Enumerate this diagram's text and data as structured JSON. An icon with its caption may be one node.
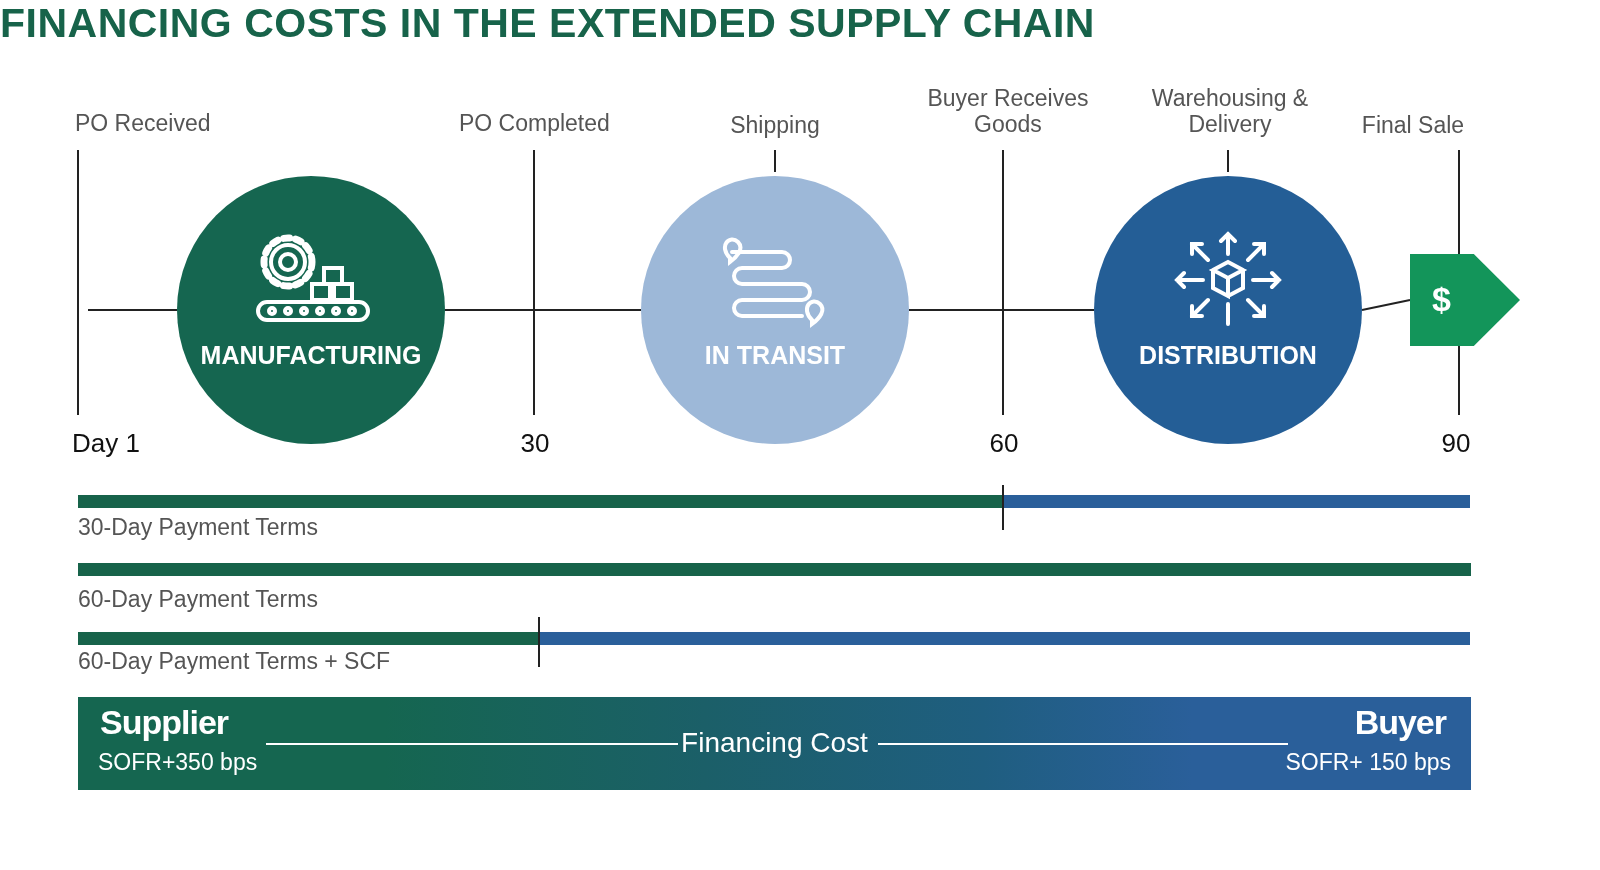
{
  "diagram": {
    "title": "FINANCING COSTS IN THE EXTENDED SUPPLY CHAIN",
    "nodes": [
      {
        "text": [
          "MANUFACTURING"
        ]
      },
      {
        "text": [
          "IN TRANSIT"
        ]
      },
      {
        "text": [
          "DISTRIBUTION"
        ]
      },
      {
        "text": [
          "$"
        ]
      },
      {
        "text": [
          "Supplier",
          "SOFR+350 bps",
          "Financing Cost",
          "Buyer",
          "SOFR+ 150 bps"
        ]
      }
    ],
    "edges": [
      {
        "from": 0,
        "to": 1,
        "arrow": "none"
      },
      {
        "from": 1,
        "to": 2,
        "arrow": "none"
      },
      {
        "from": 2,
        "to": 3,
        "arrow": "none"
      }
    ],
    "labels": [
      "PO Received",
      "PO Completed",
      "Shipping",
      "Buyer Receives Goods",
      "Warehousing & Delivery",
      "Final Sale",
      "Day 1",
      "30",
      "60",
      "90",
      "30-Day Payment Terms",
      "60-Day Payment Terms",
      "60-Day Payment Terms + SCF"
    ]
  }
}
